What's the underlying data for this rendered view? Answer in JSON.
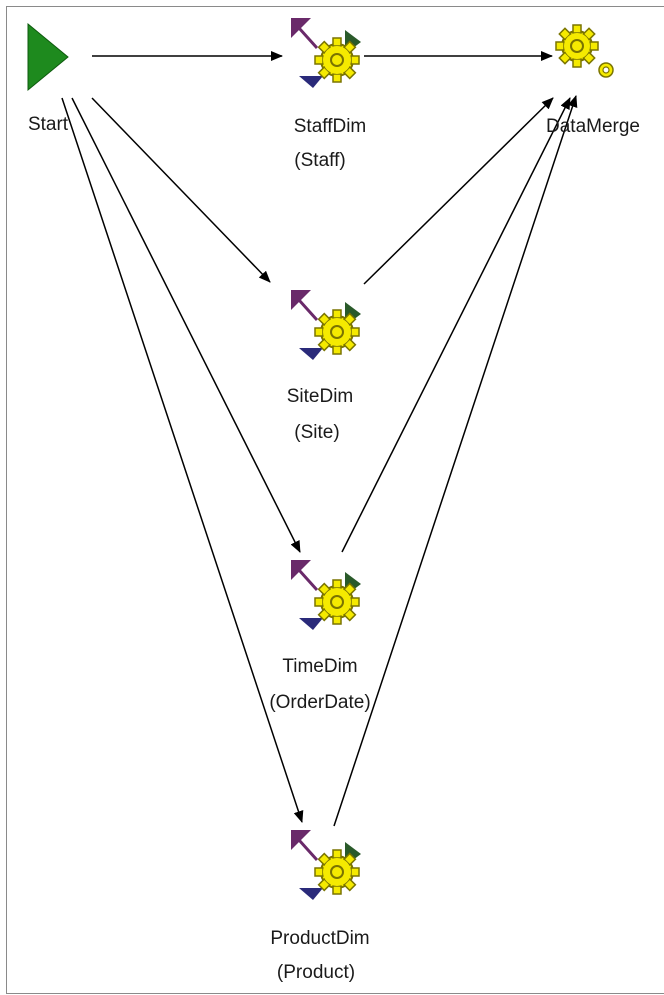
{
  "diagram": {
    "nodes": [
      {
        "id": "start",
        "kind": "start",
        "name": "Start",
        "sub": ""
      },
      {
        "id": "staffdim",
        "kind": "transform",
        "name": "StaffDim",
        "sub": "(Staff)"
      },
      {
        "id": "datamerge",
        "kind": "merge",
        "name": "DataMerge",
        "sub": ""
      },
      {
        "id": "sitedim",
        "kind": "transform",
        "name": "SiteDim",
        "sub": "(Site)"
      },
      {
        "id": "timedim",
        "kind": "transform",
        "name": "TimeDim",
        "sub": "(OrderDate)"
      },
      {
        "id": "productdim",
        "kind": "transform",
        "name": "ProductDim",
        "sub": "(Product)"
      }
    ],
    "edges": [
      {
        "from": "start",
        "to": "staffdim"
      },
      {
        "from": "start",
        "to": "sitedim"
      },
      {
        "from": "start",
        "to": "timedim"
      },
      {
        "from": "start",
        "to": "productdim"
      },
      {
        "from": "staffdim",
        "to": "datamerge"
      },
      {
        "from": "sitedim",
        "to": "datamerge"
      },
      {
        "from": "timedim",
        "to": "datamerge"
      },
      {
        "from": "productdim",
        "to": "datamerge"
      }
    ],
    "icons": {
      "start": "play-triangle-icon",
      "transform": "gear-with-arrows-icon",
      "merge": "double-gear-icon"
    },
    "colors": {
      "start": "#1e8a1e",
      "gear": "#f5ea00",
      "gear_stroke": "#7a7400",
      "arrow_purple": "#6a2a6a",
      "arrow_green": "#2a5a2a",
      "arrow_navy": "#2a2a7a",
      "line": "#000000"
    }
  }
}
